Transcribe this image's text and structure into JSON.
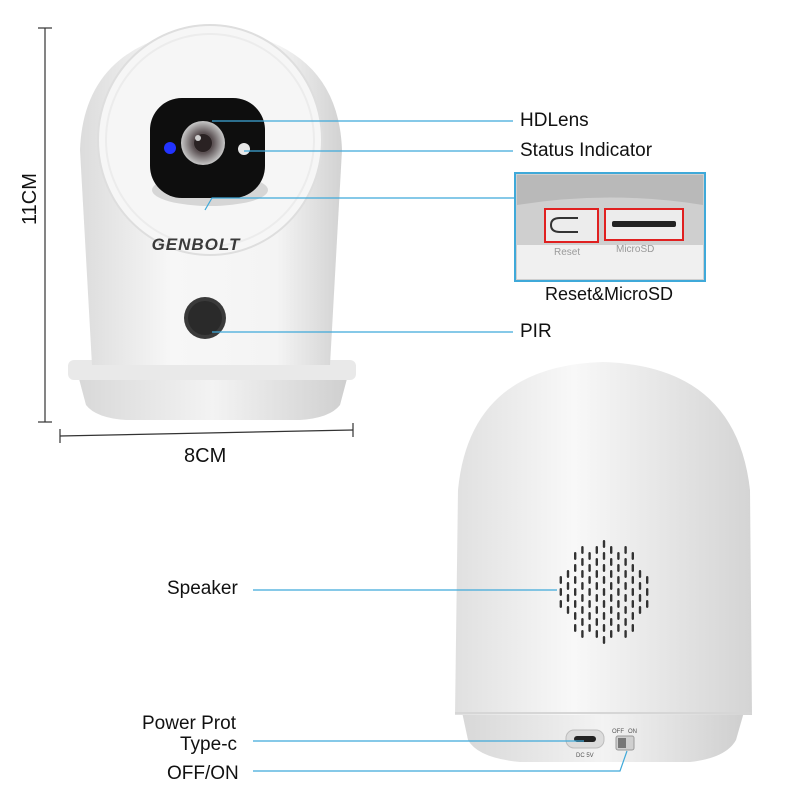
{
  "brand": "GENBOLT",
  "dimensions": {
    "height": "11CM",
    "width": "8CM"
  },
  "callouts": {
    "lens": "HDLens",
    "status": "Status Indicator",
    "pir": "PIR",
    "slot_panel": "Reset&MicroSD",
    "speaker": "Speaker",
    "power_line1": "Power Prot",
    "power_line2": "Type-c",
    "switch": "OFF/ON"
  },
  "panel_text": {
    "reset": "Reset",
    "microsd": "MicroSD"
  },
  "port_text": {
    "dc": "DC 5V",
    "off": "OFF",
    "on": "ON"
  },
  "colors": {
    "leader": "#3fa9d9",
    "highlight": "#e02020",
    "body": "#f2f2f2"
  }
}
